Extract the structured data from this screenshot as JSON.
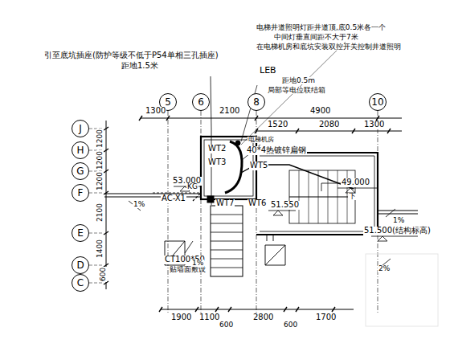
{
  "diagram": {
    "nodes": [
      {
        "text": [
          "5"
        ]
      },
      {
        "text": [
          "6"
        ]
      },
      {
        "text": [
          "8"
        ]
      },
      {
        "text": [
          "10"
        ]
      },
      {
        "text": [
          "J"
        ]
      },
      {
        "text": [
          "H"
        ]
      },
      {
        "text": [
          "G"
        ]
      },
      {
        "text": [
          "F"
        ]
      },
      {
        "text": [
          "E"
        ]
      },
      {
        "text": [
          "D"
        ]
      },
      {
        "text": [
          "C"
        ]
      }
    ],
    "edges": [],
    "labels": [
      "引至底坑插座(防护等级不低于P54单相三孔插座)",
      "距地1.5米",
      "电梯井道照明灯距井道顶,底0.5米各一个",
      "中间灯垂直间距不大于7米",
      "在电梯机房和底坑安装双控开关控制井道照明",
      "LEB",
      "距地0.5m",
      "局部等电位联结箱",
      "1300",
      "2100",
      "4900",
      "1520",
      "2080",
      "1300",
      "1200",
      "1200",
      "1200",
      "2100",
      "1400",
      "600",
      "1900",
      "1100",
      "600",
      "2800",
      "600",
      "1700",
      "WT2",
      "WT3",
      "电梯机房",
      "40*4热镀锌扁钢",
      "WT5",
      "WT7",
      "WT6",
      "53.000",
      "KG",
      "AC-X1",
      "49.000",
      "51.550",
      "51.500(结构标高)",
      "CT100*50",
      "贴墙面敷设",
      "下",
      "1%",
      "1%",
      "1%",
      "2%"
    ]
  }
}
